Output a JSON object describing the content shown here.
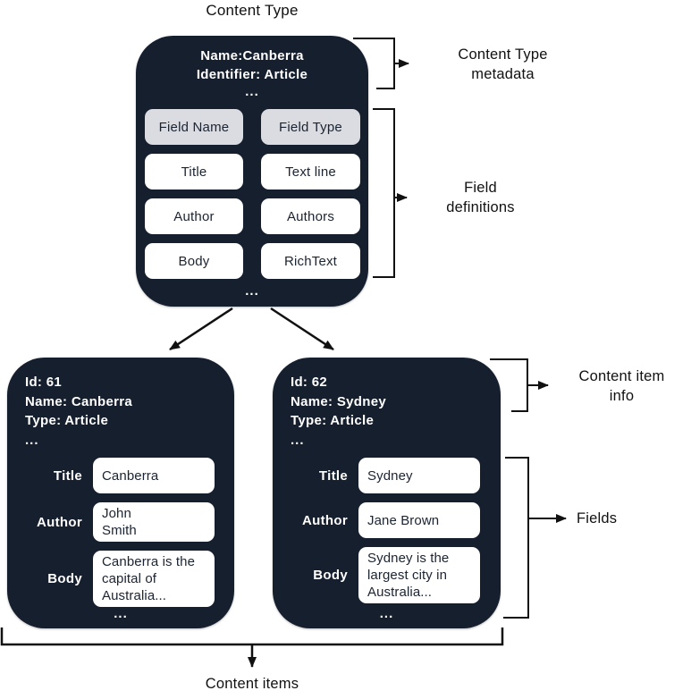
{
  "title": "Content Type",
  "colors": {
    "box_dark": "#161f2e",
    "pill_gray": "#dbdce2",
    "pill_white": "#ffffff",
    "line": "#111111"
  },
  "content_type_box": {
    "name_line": "Name:Canberra",
    "identifier_line": "Identifier: Article",
    "ellipsis": "...",
    "field_header": {
      "name": "Field Name",
      "type": "Field Type"
    },
    "fields": [
      {
        "name": "Title",
        "type": "Text line"
      },
      {
        "name": "Author",
        "type": "Authors"
      },
      {
        "name": "Body",
        "type": "RichText"
      }
    ],
    "footer_ellipsis": "..."
  },
  "content_items": [
    {
      "id_line": "Id: 61",
      "name_line": "Name: Canberra",
      "type_line": "Type: Article",
      "ellipsis": "...",
      "fields": [
        {
          "label": "Title",
          "value": "Canberra"
        },
        {
          "label": "Author",
          "value": "John\nSmith"
        },
        {
          "label": "Body",
          "value": "Canberra is the\ncapital of\nAustralia..."
        }
      ],
      "footer_ellipsis": "..."
    },
    {
      "id_line": "Id: 62",
      "name_line": "Name: Sydney",
      "type_line": "Type: Article",
      "ellipsis": "...",
      "fields": [
        {
          "label": "Title",
          "value": "Sydney"
        },
        {
          "label": "Author",
          "value": "Jane Brown"
        },
        {
          "label": "Body",
          "value": "Sydney is the\nlargest city in\nAustralia..."
        }
      ],
      "footer_ellipsis": "..."
    }
  ],
  "annotations": {
    "content_type_metadata": "Content Type\nmetadata",
    "field_definitions": "Field\ndefinitions",
    "content_item_info": "Content item\ninfo",
    "fields_label": "Fields",
    "content_items_label": "Content items"
  }
}
